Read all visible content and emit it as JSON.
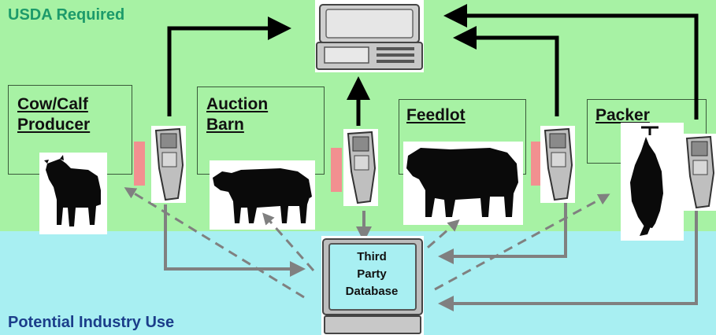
{
  "zones": {
    "top_label": "USDA Required",
    "bottom_label": "Potential Industry Use"
  },
  "stages": [
    {
      "line1": "Cow/Calf",
      "line2": "Producer"
    },
    {
      "line1": "Auction",
      "line2": "Barn"
    },
    {
      "line1": "Feedlot",
      "line2": ""
    },
    {
      "line1": "Packer",
      "line2": ""
    }
  ],
  "database": {
    "line1": "Third",
    "line2": "Party",
    "line3": "Database"
  },
  "colors": {
    "required_zone": "#a7f2a4",
    "industry_zone": "#a8eff2",
    "required_arrow": "#000000",
    "industry_arrow": "#808080",
    "scanner_tag": "#f29090"
  },
  "icons": [
    "cow-calf-icon",
    "cow-icon",
    "steer-icon",
    "carcass-icon",
    "scanner-icon",
    "computer-terminal-icon"
  ]
}
